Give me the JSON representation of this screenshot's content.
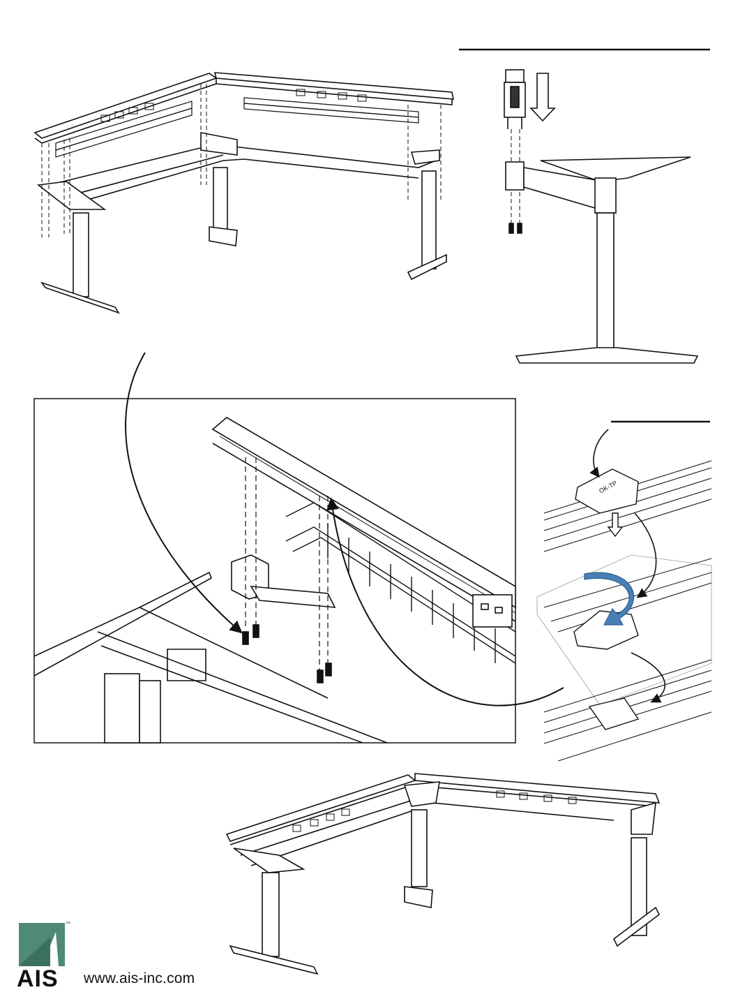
{
  "footer": {
    "brand": "AIS",
    "trademark": "™",
    "website": "www.ais-inc.com"
  },
  "colors": {
    "logo_green": "#4f8a76",
    "rotate_arrow": "#4a7fb5",
    "line": "#111111"
  },
  "figures": {
    "clip_label": "OK-TP"
  },
  "icons": [
    "down-arrow-icon",
    "rotate-arrow-icon",
    "leader-arrow-icon",
    "screw-icon",
    "outlet-icon"
  ]
}
